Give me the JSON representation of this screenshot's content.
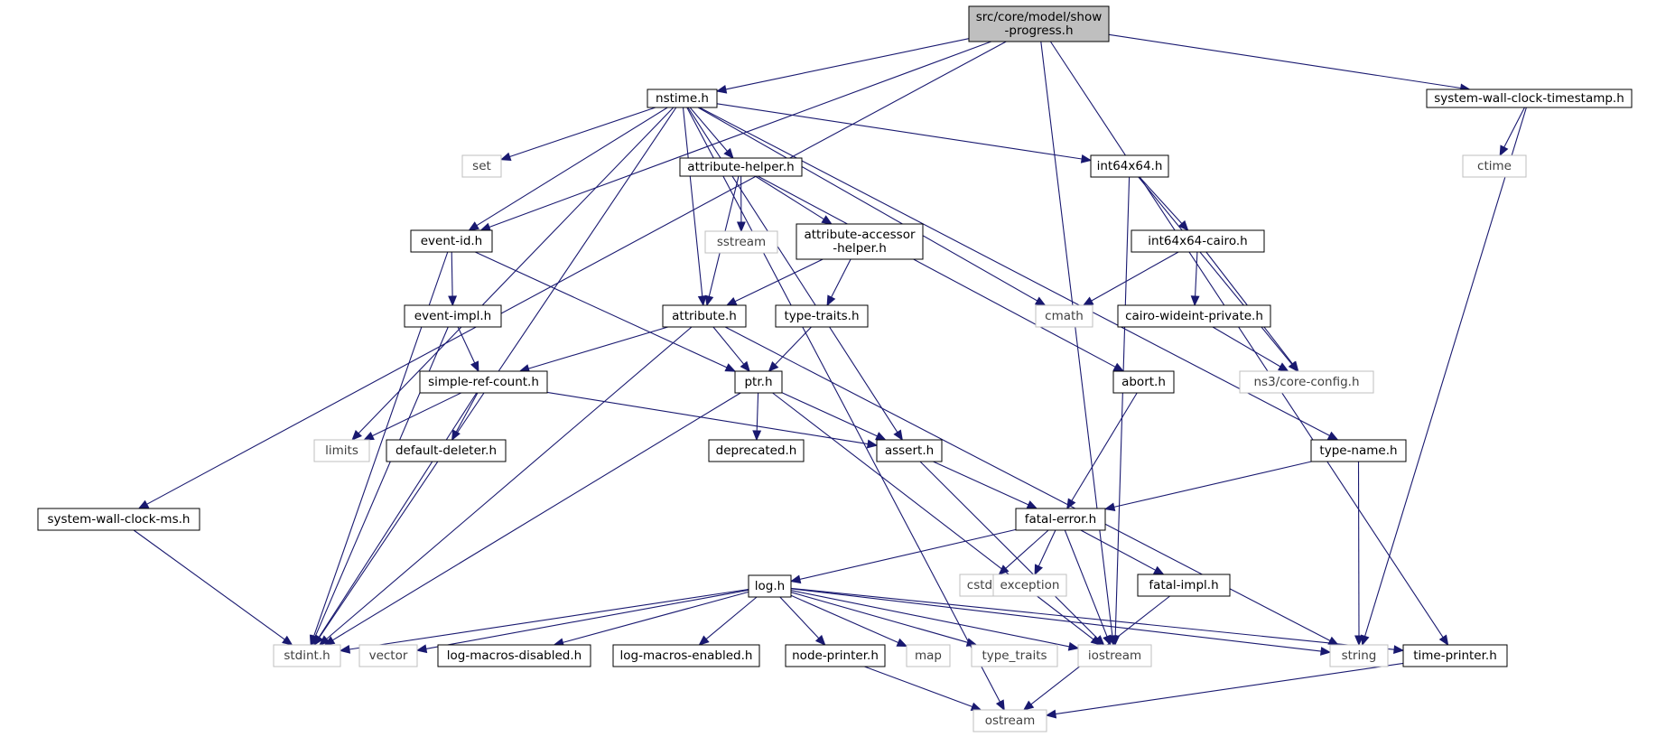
{
  "diagram": {
    "colors": {
      "edge": "#191970",
      "root_fill": "#bfbfbf",
      "node_border": "#000000",
      "external_border": "#bfbfbf",
      "external_text": "#404040",
      "node_fill": "#ffffff"
    },
    "nodes": [
      {
        "id": "root",
        "lines": [
          "src/core/model/show",
          "-progress.h"
        ],
        "kind": "root"
      },
      {
        "id": "nstime",
        "lines": [
          "nstime.h"
        ],
        "kind": "local"
      },
      {
        "id": "swct",
        "lines": [
          "system-wall-clock-timestamp.h"
        ],
        "kind": "local"
      },
      {
        "id": "event_id",
        "lines": [
          "event-id.h"
        ],
        "kind": "local"
      },
      {
        "id": "swcms",
        "lines": [
          "system-wall-clock-ms.h"
        ],
        "kind": "local"
      },
      {
        "id": "time_printer",
        "lines": [
          "time-printer.h"
        ],
        "kind": "local"
      },
      {
        "id": "iostream",
        "lines": [
          "iostream"
        ],
        "kind": "external"
      },
      {
        "id": "ctime",
        "lines": [
          "ctime"
        ],
        "kind": "external"
      },
      {
        "id": "string",
        "lines": [
          "string"
        ],
        "kind": "external"
      },
      {
        "id": "set",
        "lines": [
          "set"
        ],
        "kind": "external"
      },
      {
        "id": "attr_helper",
        "lines": [
          "attribute-helper.h"
        ],
        "kind": "local"
      },
      {
        "id": "int64",
        "lines": [
          "int64x64.h"
        ],
        "kind": "local"
      },
      {
        "id": "type_name",
        "lines": [
          "type-name.h"
        ],
        "kind": "local"
      },
      {
        "id": "limits",
        "lines": [
          "limits"
        ],
        "kind": "external"
      },
      {
        "id": "stdint",
        "lines": [
          "stdint.h"
        ],
        "kind": "external"
      },
      {
        "id": "ostream",
        "lines": [
          "ostream"
        ],
        "kind": "external"
      },
      {
        "id": "cmath",
        "lines": [
          "cmath"
        ],
        "kind": "external"
      },
      {
        "id": "attribute",
        "lines": [
          "attribute.h"
        ],
        "kind": "local"
      },
      {
        "id": "assert",
        "lines": [
          "assert.h"
        ],
        "kind": "local"
      },
      {
        "id": "sstream",
        "lines": [
          "sstream"
        ],
        "kind": "external"
      },
      {
        "id": "attr_acc",
        "lines": [
          "attribute-accessor",
          "-helper.h"
        ],
        "kind": "local"
      },
      {
        "id": "abort",
        "lines": [
          "abort.h"
        ],
        "kind": "local"
      },
      {
        "id": "int64cairo",
        "lines": [
          "int64x64-cairo.h"
        ],
        "kind": "local"
      },
      {
        "id": "ns3config",
        "lines": [
          "ns3/core-config.h"
        ],
        "kind": "external"
      },
      {
        "id": "cairo_wide",
        "lines": [
          "cairo-wideint-private.h"
        ],
        "kind": "local"
      },
      {
        "id": "event_impl",
        "lines": [
          "event-impl.h"
        ],
        "kind": "local"
      },
      {
        "id": "ptr",
        "lines": [
          "ptr.h"
        ],
        "kind": "local"
      },
      {
        "id": "simple_ref",
        "lines": [
          "simple-ref-count.h"
        ],
        "kind": "local"
      },
      {
        "id": "type_traits_h",
        "lines": [
          "type-traits.h"
        ],
        "kind": "local"
      },
      {
        "id": "fatal_error",
        "lines": [
          "fatal-error.h"
        ],
        "kind": "local"
      },
      {
        "id": "deprecated",
        "lines": [
          "deprecated.h"
        ],
        "kind": "local"
      },
      {
        "id": "default_del",
        "lines": [
          "default-deleter.h"
        ],
        "kind": "local"
      },
      {
        "id": "log",
        "lines": [
          "log.h"
        ],
        "kind": "local"
      },
      {
        "id": "cstdlib",
        "lines": [
          "cstdlib"
        ],
        "kind": "external"
      },
      {
        "id": "exception",
        "lines": [
          "exception"
        ],
        "kind": "external"
      },
      {
        "id": "fatal_impl",
        "lines": [
          "fatal-impl.h"
        ],
        "kind": "local"
      },
      {
        "id": "vector",
        "lines": [
          "vector"
        ],
        "kind": "external"
      },
      {
        "id": "log_dis",
        "lines": [
          "log-macros-disabled.h"
        ],
        "kind": "local"
      },
      {
        "id": "log_en",
        "lines": [
          "log-macros-enabled.h"
        ],
        "kind": "local"
      },
      {
        "id": "node_printer",
        "lines": [
          "node-printer.h"
        ],
        "kind": "local"
      },
      {
        "id": "map",
        "lines": [
          "map"
        ],
        "kind": "external"
      },
      {
        "id": "type_traits",
        "lines": [
          "type_traits"
        ],
        "kind": "external"
      }
    ],
    "edges": [
      [
        "root",
        "nstime"
      ],
      [
        "root",
        "swct"
      ],
      [
        "root",
        "event_id"
      ],
      [
        "root",
        "swcms"
      ],
      [
        "root",
        "time_printer"
      ],
      [
        "root",
        "iostream"
      ],
      [
        "nstime",
        "set"
      ],
      [
        "nstime",
        "attr_helper"
      ],
      [
        "nstime",
        "int64"
      ],
      [
        "nstime",
        "type_name"
      ],
      [
        "nstime",
        "event_id"
      ],
      [
        "nstime",
        "limits"
      ],
      [
        "nstime",
        "stdint"
      ],
      [
        "nstime",
        "ostream"
      ],
      [
        "nstime",
        "cmath"
      ],
      [
        "nstime",
        "attribute"
      ],
      [
        "nstime",
        "assert"
      ],
      [
        "swct",
        "ctime"
      ],
      [
        "swct",
        "string"
      ],
      [
        "attr_helper",
        "sstream"
      ],
      [
        "attr_helper",
        "attr_acc"
      ],
      [
        "attr_helper",
        "attribute"
      ],
      [
        "attr_helper",
        "abort"
      ],
      [
        "int64",
        "int64cairo"
      ],
      [
        "int64",
        "ns3config"
      ],
      [
        "int64",
        "iostream"
      ],
      [
        "int64cairo",
        "cmath"
      ],
      [
        "int64cairo",
        "cairo_wide"
      ],
      [
        "int64cairo",
        "ns3config"
      ],
      [
        "cairo_wide",
        "ns3config"
      ],
      [
        "event_id",
        "event_impl"
      ],
      [
        "event_id",
        "ptr"
      ],
      [
        "event_id",
        "stdint"
      ],
      [
        "attr_acc",
        "attribute"
      ],
      [
        "attr_acc",
        "type_traits_h"
      ],
      [
        "attribute",
        "simple_ref"
      ],
      [
        "attribute",
        "ptr"
      ],
      [
        "attribute",
        "string"
      ],
      [
        "attribute",
        "stdint"
      ],
      [
        "type_traits_h",
        "ptr"
      ],
      [
        "event_impl",
        "simple_ref"
      ],
      [
        "event_impl",
        "stdint"
      ],
      [
        "simple_ref",
        "limits"
      ],
      [
        "simple_ref",
        "default_del"
      ],
      [
        "simple_ref",
        "assert"
      ],
      [
        "simple_ref",
        "stdint"
      ],
      [
        "ptr",
        "deprecated"
      ],
      [
        "ptr",
        "assert"
      ],
      [
        "ptr",
        "iostream"
      ],
      [
        "ptr",
        "stdint"
      ],
      [
        "abort",
        "fatal_error"
      ],
      [
        "type_name",
        "fatal_error"
      ],
      [
        "type_name",
        "string"
      ],
      [
        "assert",
        "fatal_error"
      ],
      [
        "assert",
        "iostream"
      ],
      [
        "fatal_error",
        "log"
      ],
      [
        "fatal_error",
        "cstdlib"
      ],
      [
        "fatal_error",
        "exception"
      ],
      [
        "fatal_error",
        "fatal_impl"
      ],
      [
        "fatal_error",
        "iostream"
      ],
      [
        "fatal_impl",
        "ostream"
      ],
      [
        "swcms",
        "stdint"
      ],
      [
        "log",
        "stdint"
      ],
      [
        "log",
        "vector"
      ],
      [
        "log",
        "log_dis"
      ],
      [
        "log",
        "log_en"
      ],
      [
        "log",
        "node_printer"
      ],
      [
        "log",
        "map"
      ],
      [
        "log",
        "type_traits"
      ],
      [
        "log",
        "iostream"
      ],
      [
        "log",
        "string"
      ],
      [
        "log",
        "time_printer"
      ],
      [
        "node_printer",
        "ostream"
      ],
      [
        "time_printer",
        "ostream"
      ]
    ]
  }
}
